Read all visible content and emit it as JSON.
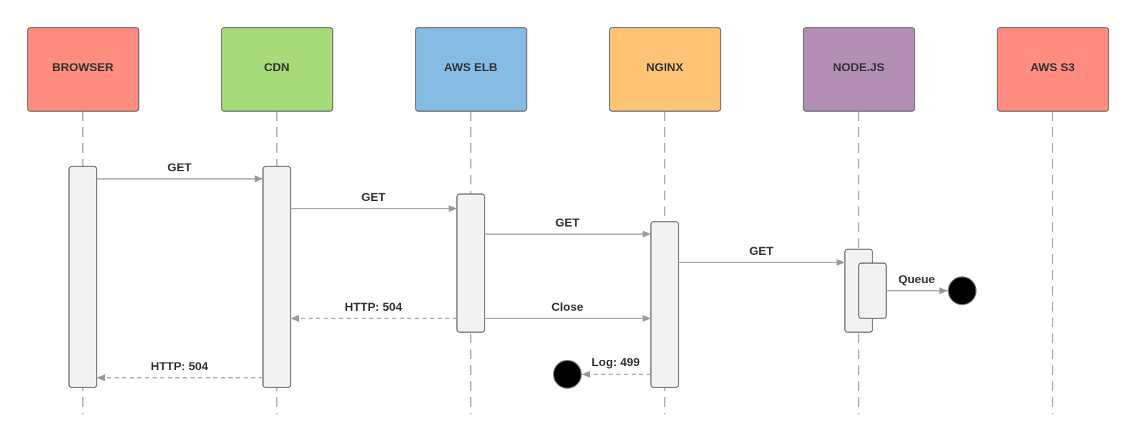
{
  "participants": [
    {
      "id": "browser",
      "label": "BROWSER",
      "color": "#FF8C7E"
    },
    {
      "id": "cdn",
      "label": "CDN",
      "color": "#A5DB78"
    },
    {
      "id": "elb",
      "label": "AWS ELB",
      "color": "#86BBE4"
    },
    {
      "id": "nginx",
      "label": "NGINX",
      "color": "#FFC476"
    },
    {
      "id": "node",
      "label": "NODE.JS",
      "color": "#B38FB6"
    },
    {
      "id": "s3",
      "label": "AWS S3",
      "color": "#FF8C7E"
    }
  ],
  "messages": [
    {
      "label": "GET",
      "from": "browser",
      "to": "cdn",
      "style": "solid"
    },
    {
      "label": "GET",
      "from": "cdn",
      "to": "elb",
      "style": "solid"
    },
    {
      "label": "GET",
      "from": "elb",
      "to": "nginx",
      "style": "solid"
    },
    {
      "label": "GET",
      "from": "nginx",
      "to": "node",
      "style": "solid"
    },
    {
      "label": "Queue",
      "from": "node",
      "to": "end-point",
      "style": "solid"
    },
    {
      "label": "HTTP: 504",
      "from": "elb",
      "to": "cdn",
      "style": "dashed"
    },
    {
      "label": "Close",
      "from": "elb",
      "to": "nginx",
      "style": "solid"
    },
    {
      "label": "Log: 499",
      "from": "nginx",
      "to": "end-point",
      "style": "dashed"
    },
    {
      "label": "HTTP: 504",
      "from": "cdn",
      "to": "browser",
      "style": "dashed"
    }
  ],
  "colors": {
    "line": "#999999",
    "activation_fill": "#F2F2F2",
    "activation_stroke": "#666666",
    "endpoint": "#000000"
  }
}
